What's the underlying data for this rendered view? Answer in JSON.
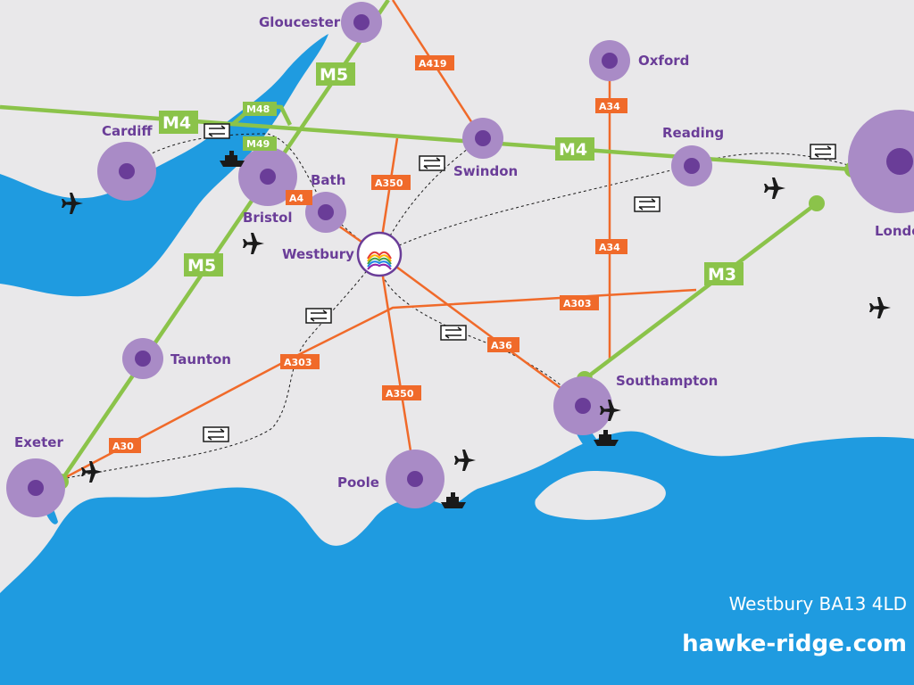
{
  "colors": {
    "sea": "#1f9be0",
    "land": "#e9e8ea",
    "motorway": "#8bc34a",
    "a_road": "#f06a2a",
    "city_halo": "#a98bc6",
    "city_dot": "#6a3d98",
    "label": "#6a3d98",
    "icon": "#1a1a1a"
  },
  "hub": {
    "name": "Westbury",
    "icon": "book-logo-icon"
  },
  "cities": [
    {
      "key": "gloucester",
      "name": "Gloucester"
    },
    {
      "key": "oxford",
      "name": "Oxford"
    },
    {
      "key": "cardiff",
      "name": "Cardiff"
    },
    {
      "key": "swindon",
      "name": "Swindon"
    },
    {
      "key": "reading",
      "name": "Reading"
    },
    {
      "key": "london",
      "name": "London"
    },
    {
      "key": "bath",
      "name": "Bath"
    },
    {
      "key": "bristol",
      "name": "Bristol"
    },
    {
      "key": "taunton",
      "name": "Taunton"
    },
    {
      "key": "southampton",
      "name": "Southampton"
    },
    {
      "key": "exeter",
      "name": "Exeter"
    },
    {
      "key": "poole",
      "name": "Poole"
    }
  ],
  "roads": {
    "motorways": [
      "M4",
      "M5",
      "M3",
      "M48",
      "M49"
    ],
    "a_roads": [
      "A419",
      "A34",
      "A350",
      "A4",
      "A303",
      "A36",
      "A30"
    ]
  },
  "icons": {
    "airport": "airplane-icon",
    "ferry": "ferry-icon",
    "rail": "rail-icon"
  },
  "footer": {
    "address": "Westbury BA13 4LD",
    "website": "hawke-ridge.com"
  }
}
